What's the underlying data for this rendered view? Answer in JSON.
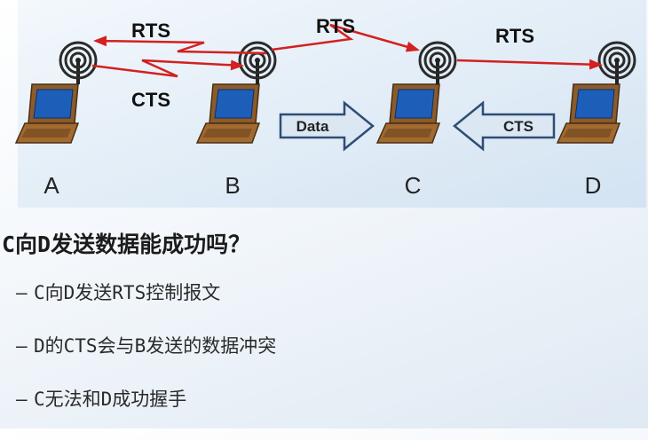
{
  "diagram": {
    "nodes": [
      {
        "id": "A",
        "label": "A"
      },
      {
        "id": "B",
        "label": "B"
      },
      {
        "id": "C",
        "label": "C"
      },
      {
        "id": "D",
        "label": "D"
      }
    ],
    "links": [
      {
        "from": "B",
        "to": "A",
        "label": "RTS",
        "style": "zigzag",
        "color": "#d42020"
      },
      {
        "from": "A",
        "to": "B",
        "label": "CTS",
        "style": "zigzag",
        "color": "#d42020"
      },
      {
        "from": "B",
        "to": "C",
        "label": "RTS",
        "style": "zigzag",
        "color": "#d42020"
      },
      {
        "from": "C",
        "to": "D",
        "label": "RTS",
        "style": "straight",
        "color": "#d42020"
      }
    ],
    "block_arrows": [
      {
        "from": "B",
        "to": "C",
        "label": "Data"
      },
      {
        "from": "D",
        "to": "C",
        "label": "CTS"
      }
    ],
    "colors": {
      "signal_arrow": "#d42020",
      "block_arrow_fill": "#dbe7f3",
      "block_arrow_stroke": "#2f4d74",
      "laptop_body": "#8a5b2c",
      "laptop_screen": "#1d5fb8",
      "antenna_rings": "#2b2b2b",
      "background": "#dde9f5"
    }
  },
  "question": "C向D发送数据能成功吗？",
  "points": [
    {
      "marker": "–",
      "text": "C向D发送RTS控制报文"
    },
    {
      "marker": "–",
      "text": "D的CTS会与B发送的数据冲突"
    },
    {
      "marker": "–",
      "text": "C无法和D成功握手"
    }
  ]
}
